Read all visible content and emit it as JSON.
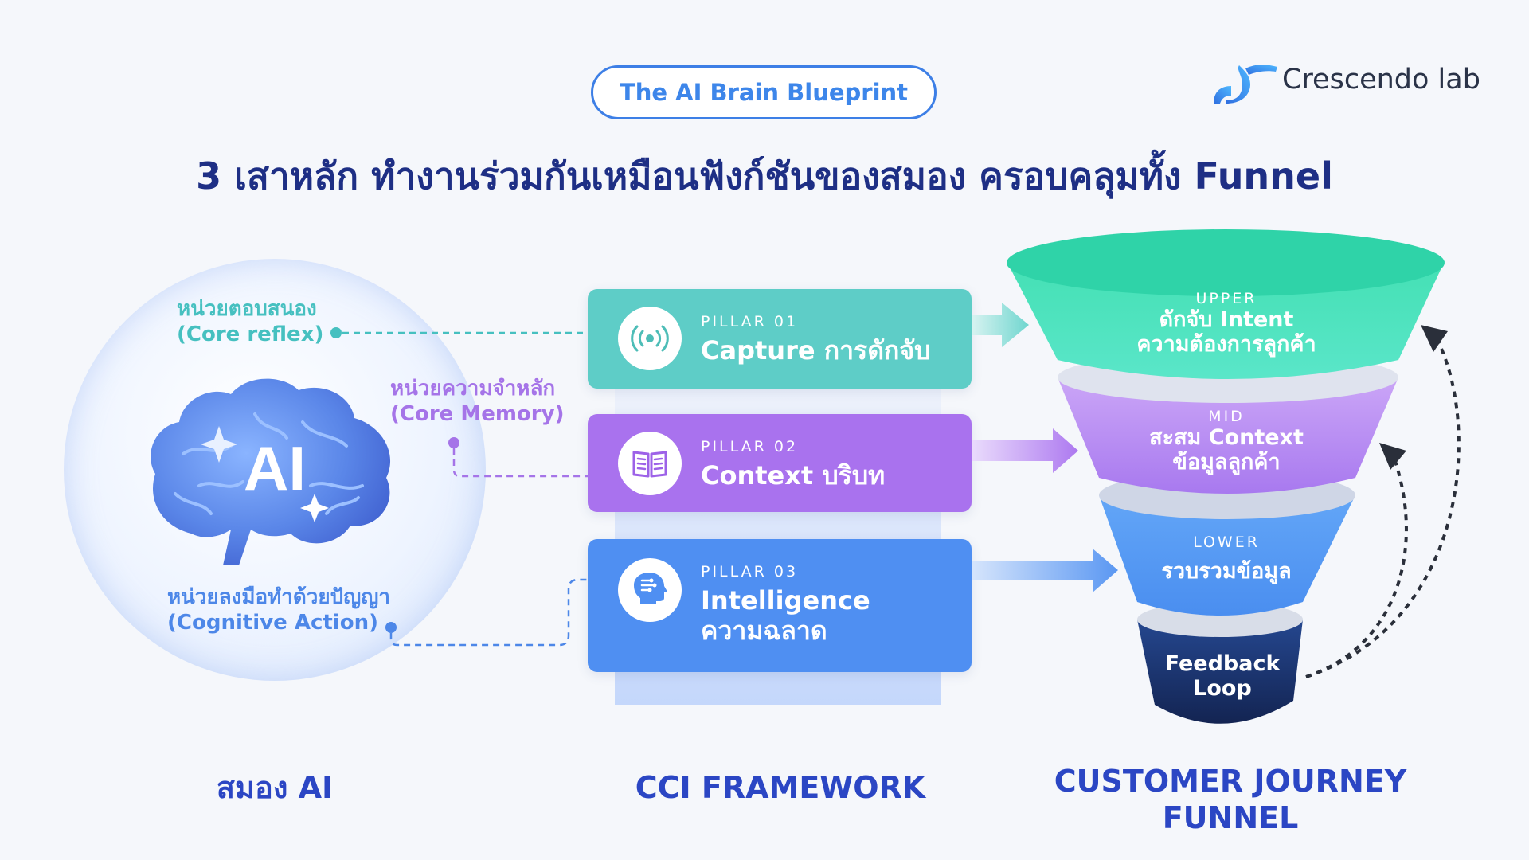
{
  "header": {
    "badge": "The AI Brain Blueprint",
    "brand": "Crescendo lab",
    "title": "3 เสาหลัก ทำงานร่วมกันเหมือนฟังก์ชันของสมอง ครอบคลุมทั้ง Funnel"
  },
  "brain": {
    "center_text": "AI",
    "units": [
      {
        "name_th": "หน่วยตอบสนอง",
        "name_en": "(Core reflex)"
      },
      {
        "name_th": "หน่วยความจำหลัก",
        "name_en": "(Core Memory)"
      },
      {
        "name_th": "หน่วยลงมือทำด้วยปัญญา",
        "name_en": "(Cognitive Action)"
      }
    ]
  },
  "pillars": [
    {
      "kicker": "PILLAR 01",
      "name": "Capture การดักจับ",
      "icon": "broadcast-icon",
      "color": "#5ecdc7"
    },
    {
      "kicker": "PILLAR 02",
      "name": "Context บริบท",
      "icon": "book-icon",
      "color": "#a972ee"
    },
    {
      "kicker": "PILLAR 03",
      "name_line1": "Intelligence",
      "name_line2": "ความฉลาด",
      "icon": "ai-head-icon",
      "color": "#4f8ff2"
    }
  ],
  "funnel": [
    {
      "kicker": "UPPER",
      "line1": "ดักจับ Intent",
      "line2": "ความต้องการลูกค้า",
      "color": "#4fe0b8"
    },
    {
      "kicker": "MID",
      "line1": "สะสม Context",
      "line2": "ข้อมูลลูกค้า",
      "color": "#bb8ff3"
    },
    {
      "kicker": "LOWER",
      "line1": "รวบรวมข้อมูล",
      "color": "#5296f2"
    },
    {
      "line1": "Feedback",
      "line2": "Loop",
      "color": "#1a2f6a"
    }
  ],
  "footer": {
    "left": "สมอง AI",
    "center": "CCI FRAMEWORK",
    "right_line1": "CUSTOMER JOURNEY",
    "right_line2": "FUNNEL"
  }
}
